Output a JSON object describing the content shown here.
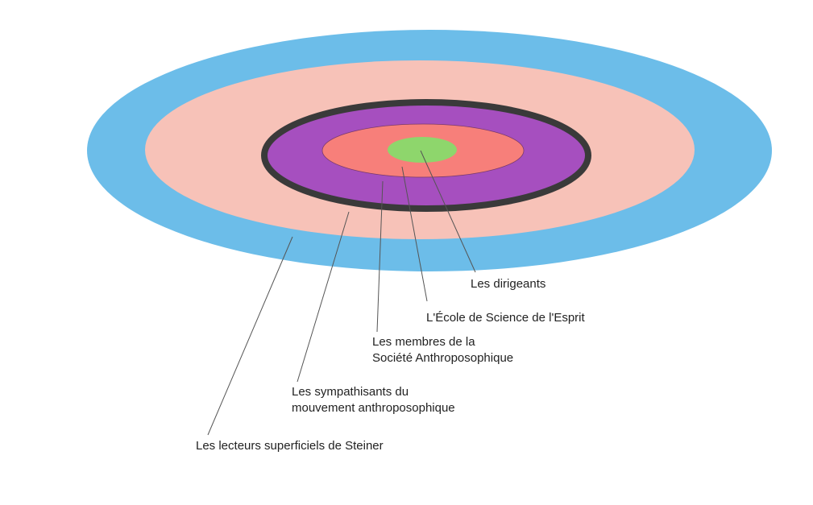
{
  "title": "Cercles concentriques du mouvement anthroposophique",
  "colors": {
    "outer": "#6cbde9",
    "sympathisants": "#f7c2b8",
    "ring": "#3a3a3a",
    "membres": "#a64fbf",
    "ecole": "#f77f7a",
    "dirigeants": "#8ed66c",
    "leader_line": "#555555"
  },
  "labels": {
    "dirigeants": "Les dirigeants",
    "ecole": "L'École de Science de l'Esprit",
    "membres_1": "Les membres de la",
    "membres_2": "Société Anthroposophique",
    "sympathisants_1": "Les sympathisants du",
    "sympathisants_2": "mouvement anthroposophique",
    "lecteurs": "Les lecteurs superficiels de Steiner"
  }
}
